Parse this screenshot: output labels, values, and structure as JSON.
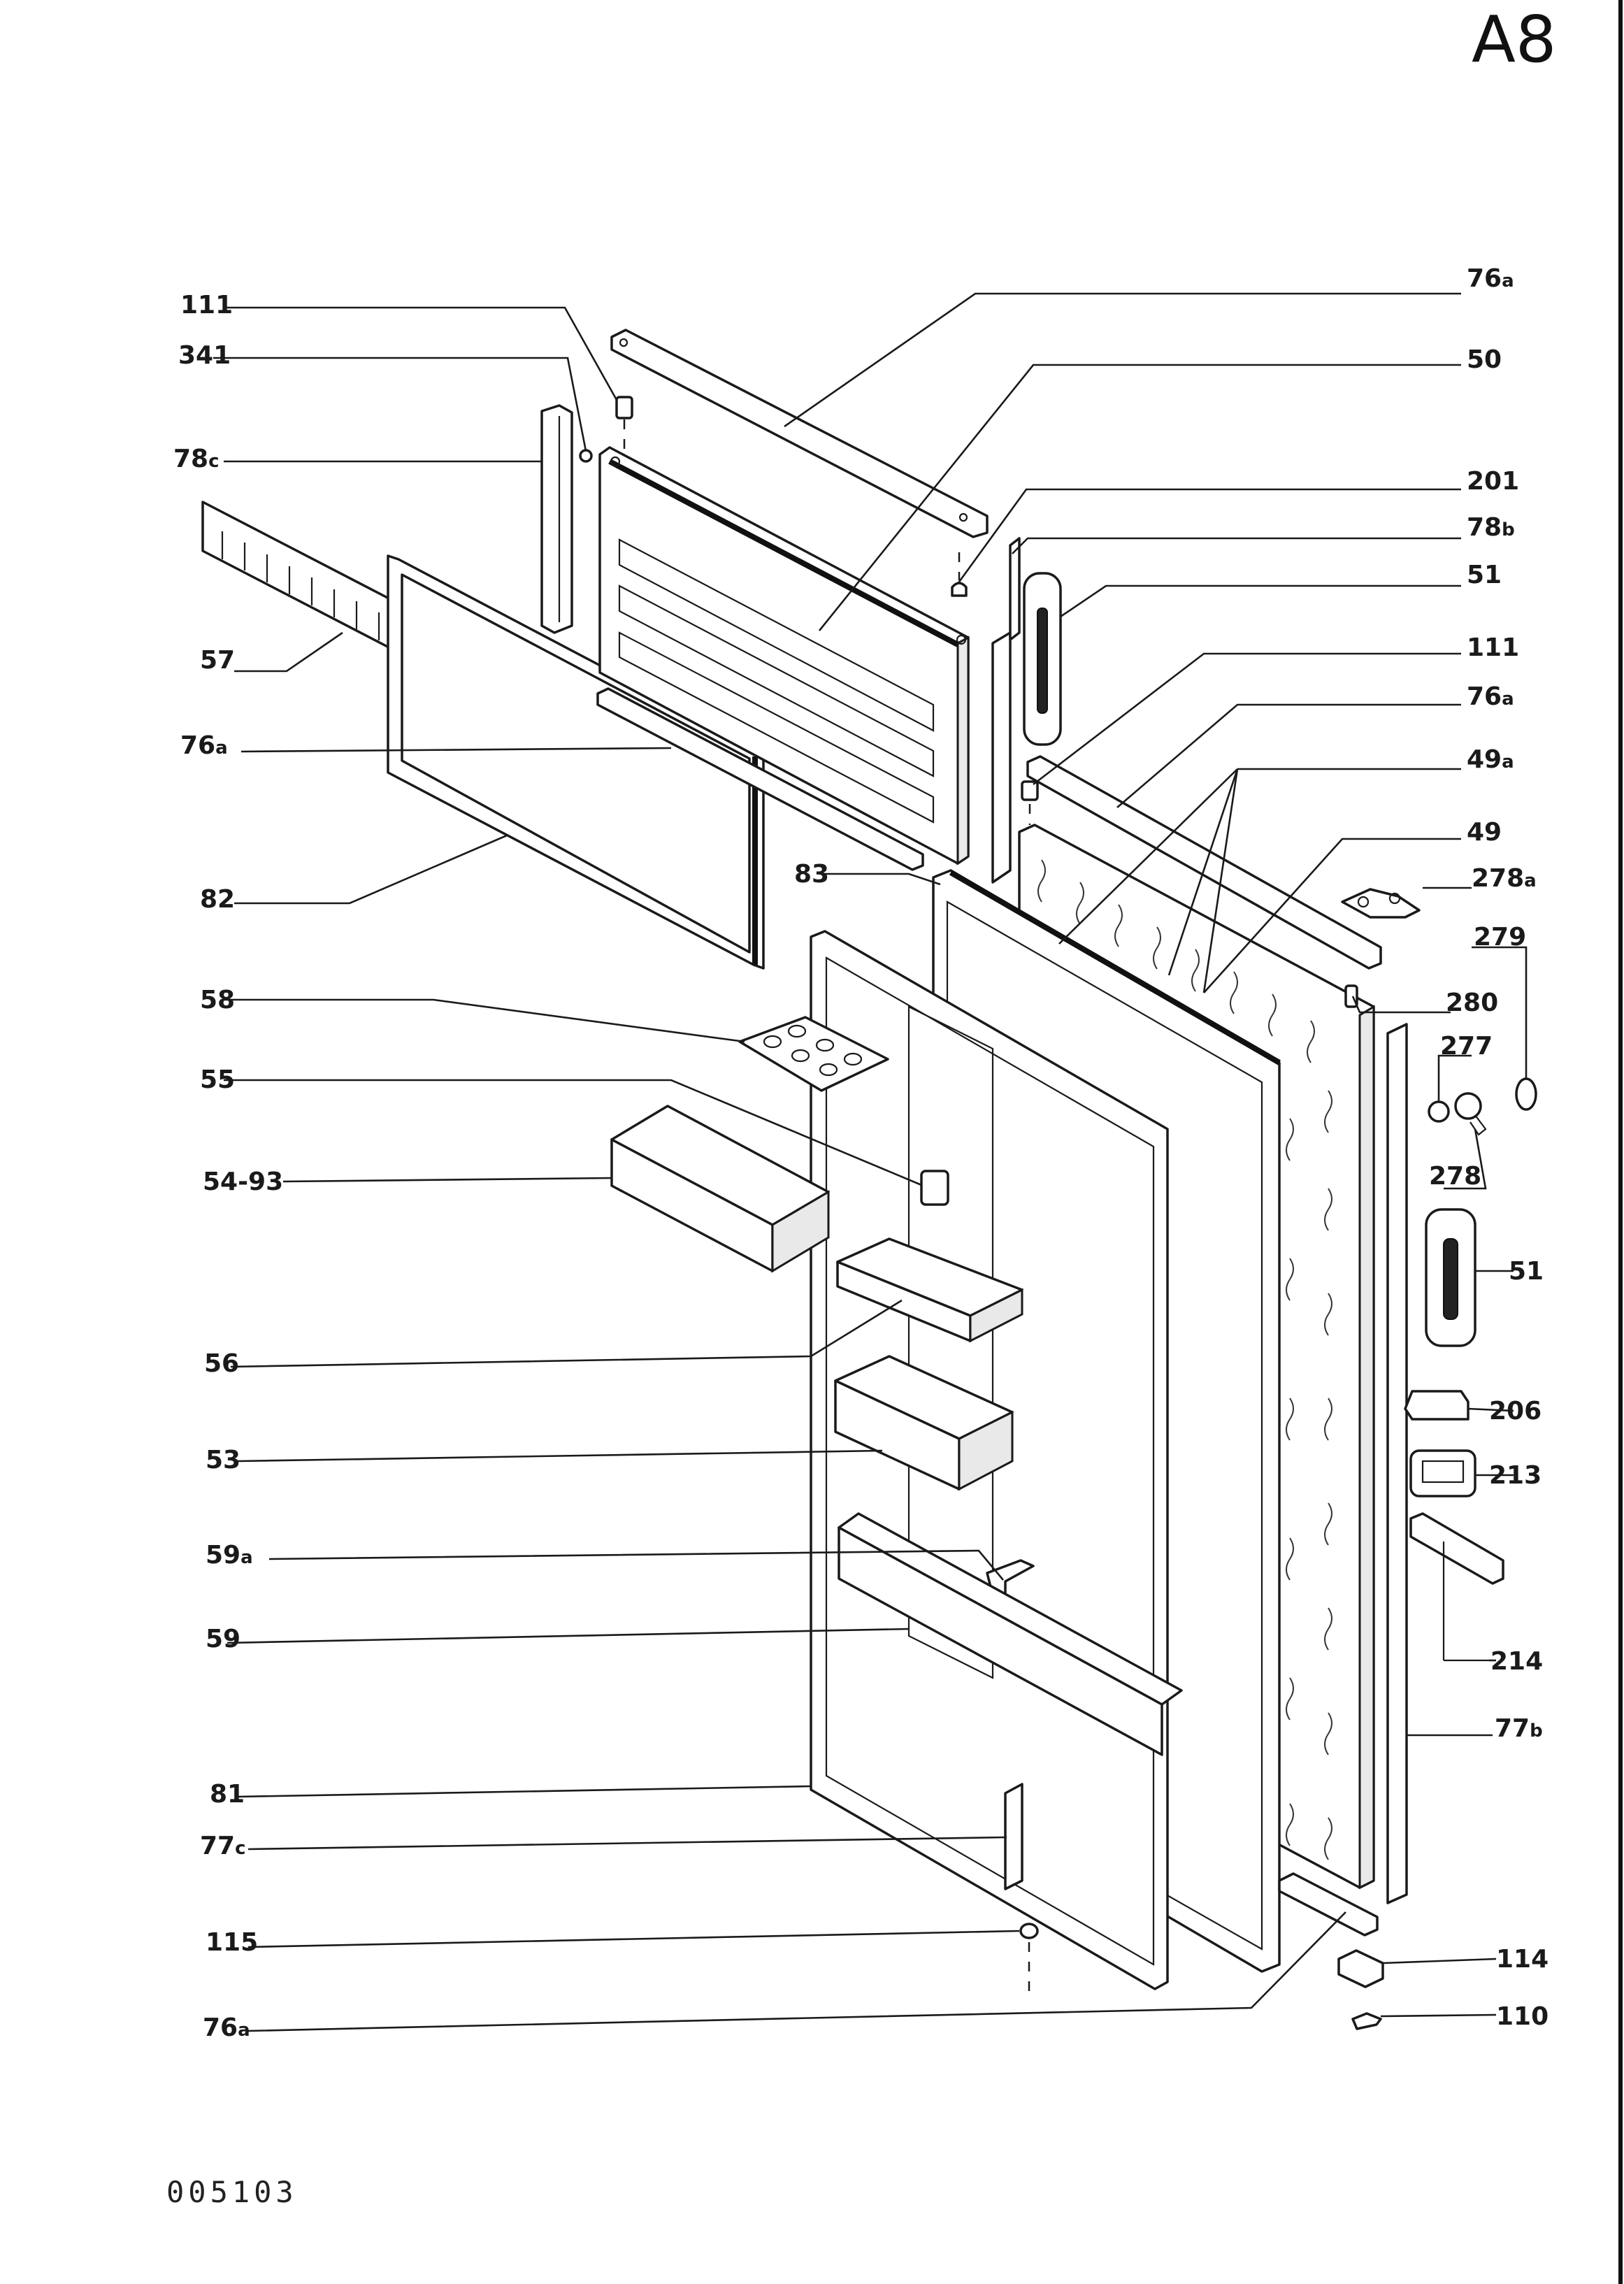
{
  "page_id": "A8",
  "drawing_number": "005103",
  "callouts": {
    "c111_top": {
      "num": "111",
      "sub": ""
    },
    "c341": {
      "num": "341",
      "sub": ""
    },
    "c78c": {
      "num": "78",
      "sub": "c"
    },
    "c57": {
      "num": "57",
      "sub": ""
    },
    "c76a_left": {
      "num": "76",
      "sub": "a"
    },
    "c82": {
      "num": "82",
      "sub": ""
    },
    "c83": {
      "num": "83",
      "sub": ""
    },
    "c58": {
      "num": "58",
      "sub": ""
    },
    "c55": {
      "num": "55",
      "sub": ""
    },
    "c54_93": {
      "num": "54-93",
      "sub": ""
    },
    "c56": {
      "num": "56",
      "sub": ""
    },
    "c53": {
      "num": "53",
      "sub": ""
    },
    "c59a": {
      "num": "59",
      "sub": "a"
    },
    "c59": {
      "num": "59",
      "sub": ""
    },
    "c81": {
      "num": "81",
      "sub": ""
    },
    "c77c": {
      "num": "77",
      "sub": "c"
    },
    "c115": {
      "num": "115",
      "sub": ""
    },
    "c76a_bottom": {
      "num": "76",
      "sub": "a"
    },
    "c76a_top": {
      "num": "76",
      "sub": "a"
    },
    "c50": {
      "num": "50",
      "sub": ""
    },
    "c201": {
      "num": "201",
      "sub": ""
    },
    "c78b": {
      "num": "78",
      "sub": "b"
    },
    "c51_top": {
      "num": "51",
      "sub": ""
    },
    "c111_right": {
      "num": "111",
      "sub": ""
    },
    "c76a_right": {
      "num": "76",
      "sub": "a"
    },
    "c49a": {
      "num": "49",
      "sub": "a"
    },
    "c49": {
      "num": "49",
      "sub": ""
    },
    "c278a": {
      "num": "278",
      "sub": "a"
    },
    "c279": {
      "num": "279",
      "sub": ""
    },
    "c280": {
      "num": "280",
      "sub": ""
    },
    "c277": {
      "num": "277",
      "sub": ""
    },
    "c278": {
      "num": "278",
      "sub": ""
    },
    "c51_bottom": {
      "num": "51",
      "sub": ""
    },
    "c206": {
      "num": "206",
      "sub": ""
    },
    "c213": {
      "num": "213",
      "sub": ""
    },
    "c214": {
      "num": "214",
      "sub": ""
    },
    "c77b": {
      "num": "77",
      "sub": "b"
    },
    "c114": {
      "num": "114",
      "sub": ""
    },
    "c110": {
      "num": "110",
      "sub": ""
    }
  }
}
